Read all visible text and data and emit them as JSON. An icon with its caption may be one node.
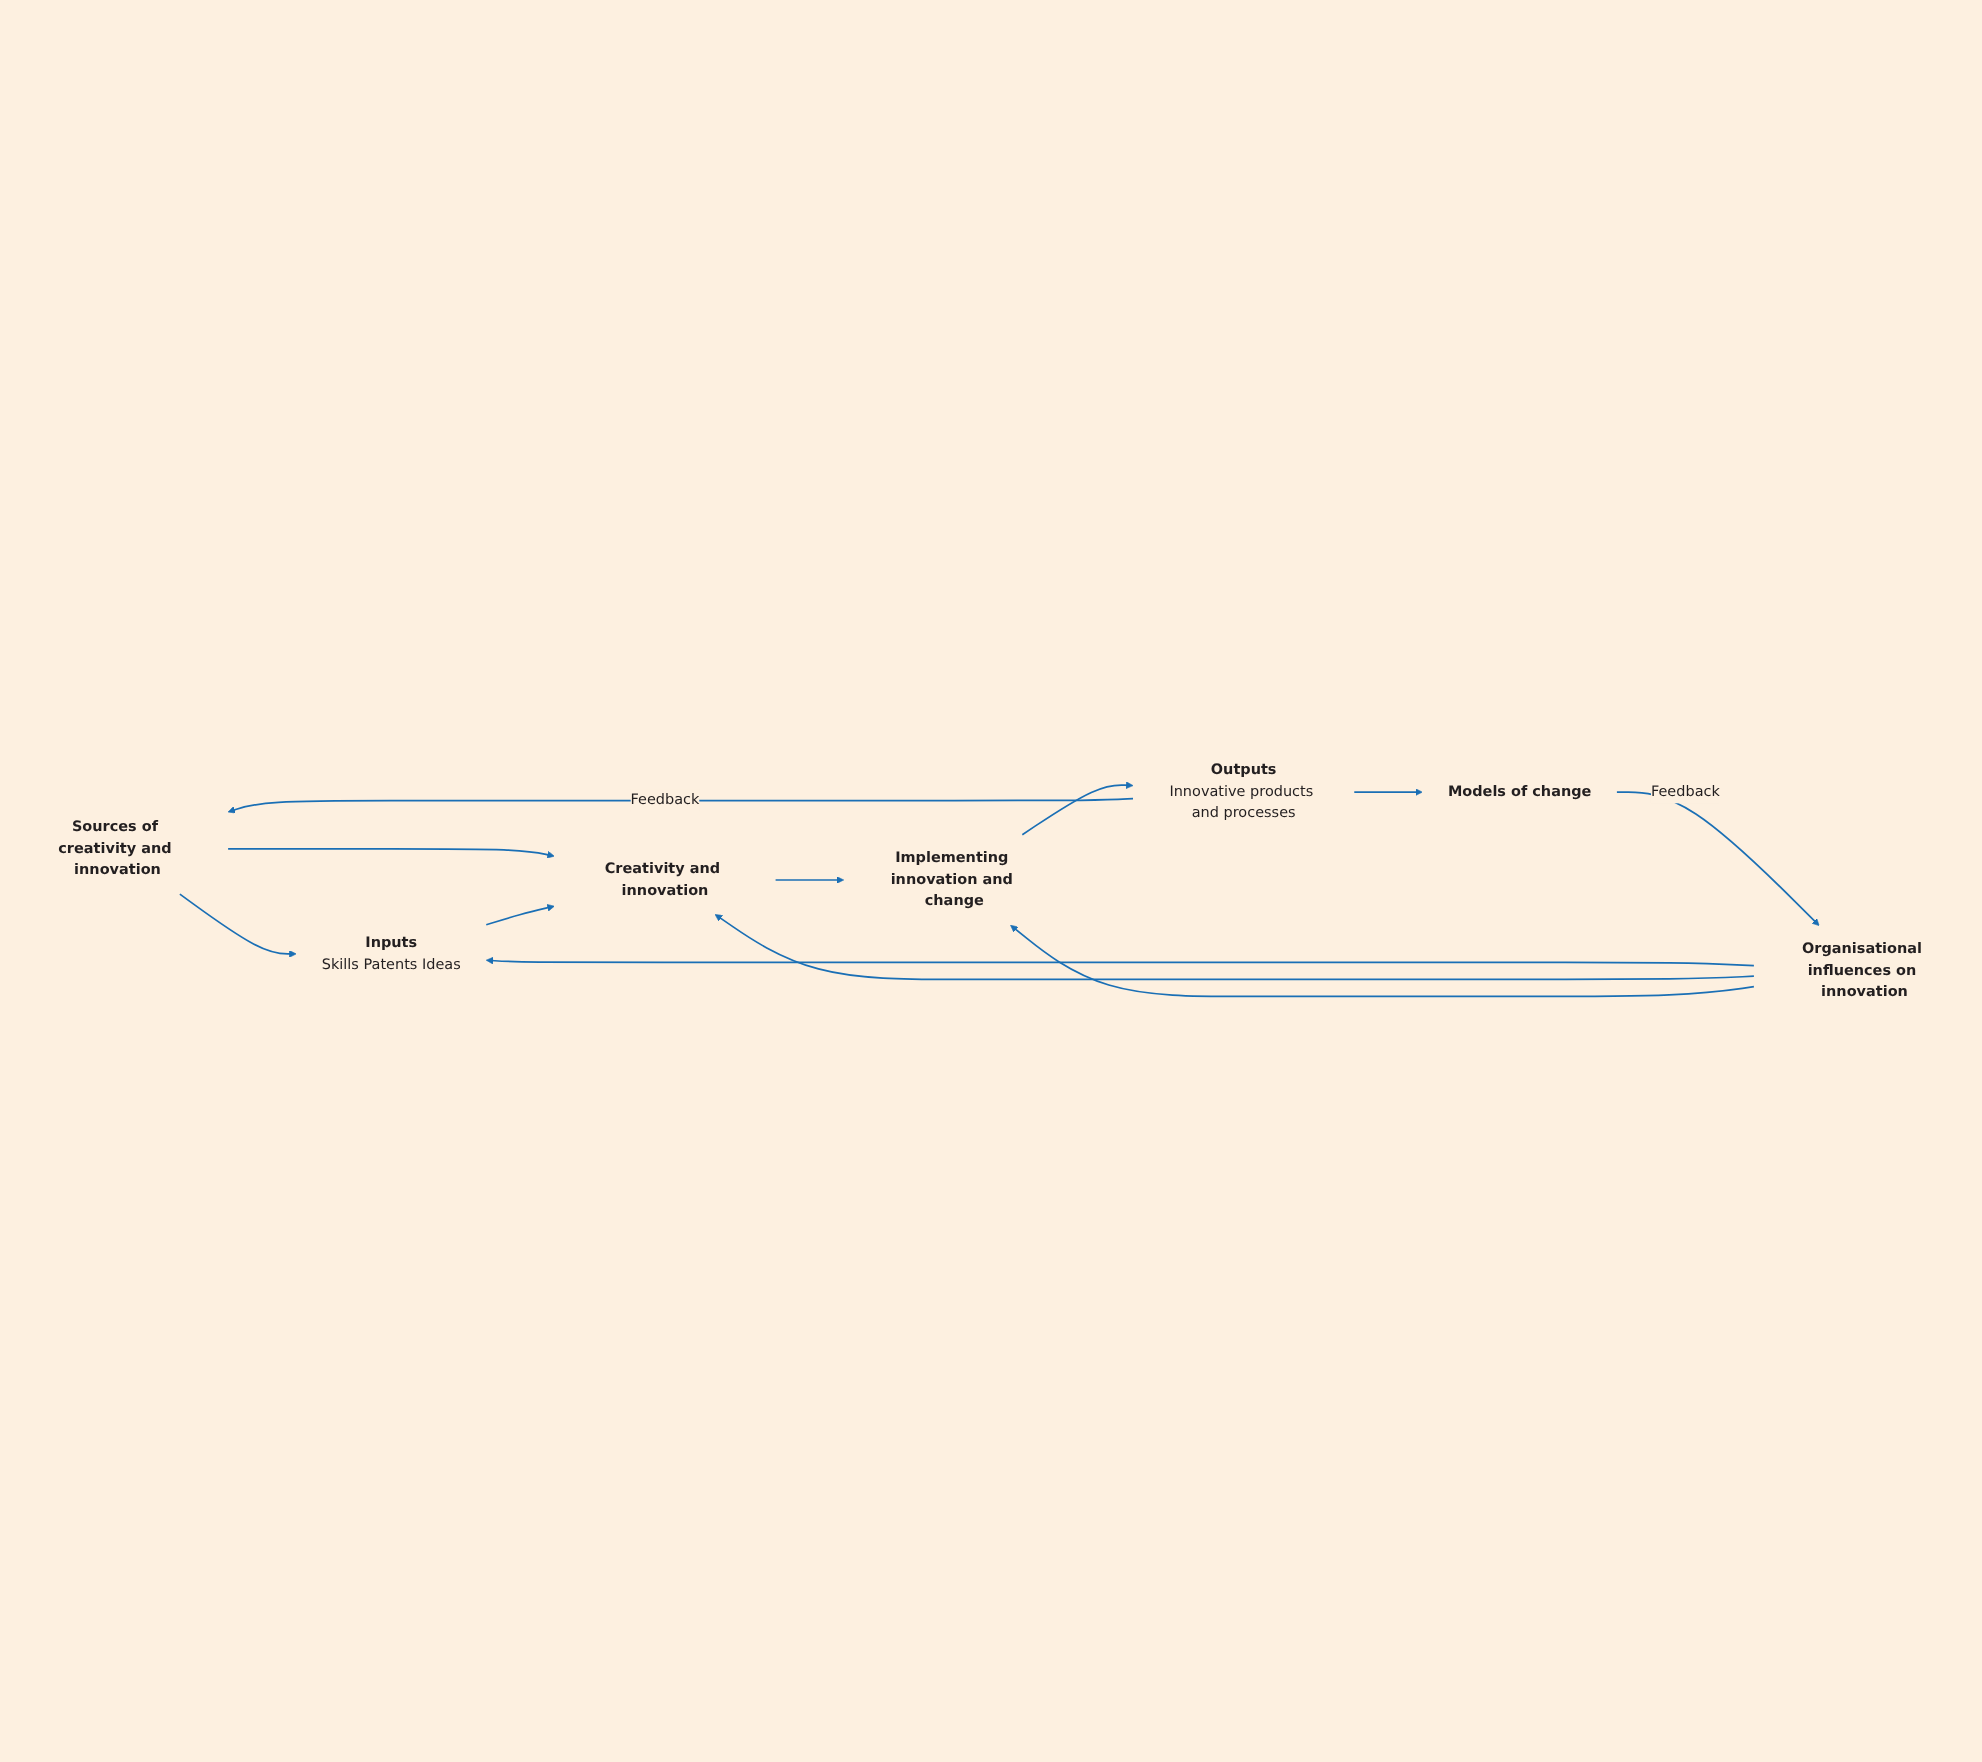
{
  "diagram": {
    "nodes": [
      {
        "text": [
          "Sources of creativity and innovation"
        ]
      },
      {
        "text": [
          "Inputs",
          "Skills Patents Ideas"
        ]
      },
      {
        "text": [
          "Creativity and innovation"
        ]
      },
      {
        "text": [
          "Implementing innovation and change"
        ]
      },
      {
        "text": [
          "Outputs",
          "Innovative products and processes"
        ]
      },
      {
        "text": [
          "Models of change"
        ]
      },
      {
        "text": [
          "Organisational influences on innovation"
        ]
      }
    ],
    "edges": [
      {
        "from": 0,
        "to": 1,
        "arrow": "to"
      },
      {
        "from": 0,
        "to": 2,
        "arrow": "to"
      },
      {
        "from": 1,
        "to": 2,
        "arrow": "to"
      },
      {
        "from": 2,
        "to": 3,
        "arrow": "to"
      },
      {
        "from": 3,
        "to": 4,
        "arrow": "to"
      },
      {
        "from": 4,
        "to": 0,
        "arrow": "to",
        "label": "Feedback"
      },
      {
        "from": 4,
        "to": 5,
        "arrow": "to"
      },
      {
        "from": 5,
        "to": 6,
        "arrow": "to",
        "label": "Feedback"
      },
      {
        "from": 6,
        "to": 1,
        "arrow": "to"
      },
      {
        "from": 6,
        "to": 2,
        "arrow": "to"
      },
      {
        "from": 6,
        "to": 3,
        "arrow": "to"
      }
    ]
  }
}
